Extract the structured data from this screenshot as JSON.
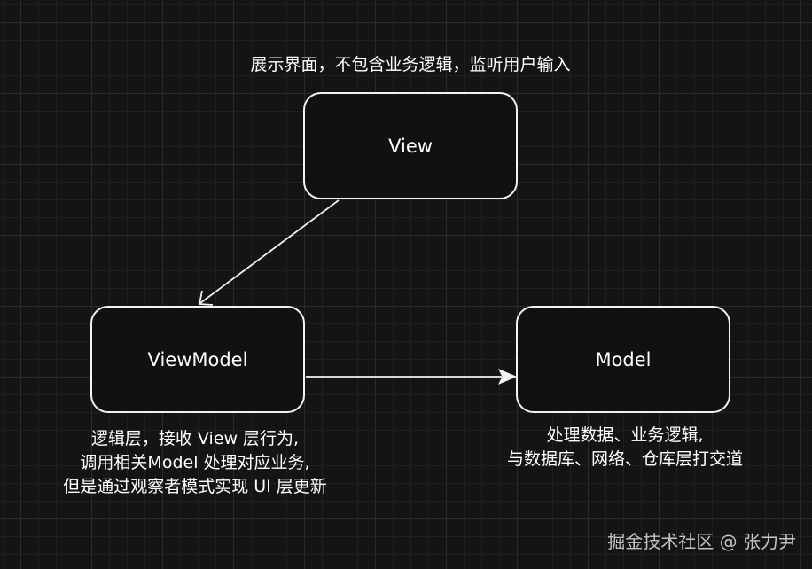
{
  "nodes": {
    "view": {
      "label": "View"
    },
    "viewmodel": {
      "label": "ViewModel"
    },
    "model": {
      "label": "Model"
    }
  },
  "notes": {
    "view": [
      "展示界面，不包含业务逻辑，监听用户输入"
    ],
    "viewmodel": [
      "逻辑层，接收 View 层行为,",
      "调用相关Model 处理对应业务,",
      "但是通过观察者模式实现 UI 层更新"
    ],
    "model": [
      "处理数据、业务逻辑,",
      "与数据库、网络、仓库层打交道"
    ]
  },
  "edges": [
    {
      "from": "View",
      "to": "ViewModel"
    },
    {
      "from": "ViewModel",
      "to": "Model"
    }
  ],
  "watermark": "掘金技术社区 @ 张力尹",
  "colors": {
    "background": "#141414",
    "grid": "#2b2b2b",
    "stroke": "#f2f2f2",
    "text": "#ffffff"
  }
}
